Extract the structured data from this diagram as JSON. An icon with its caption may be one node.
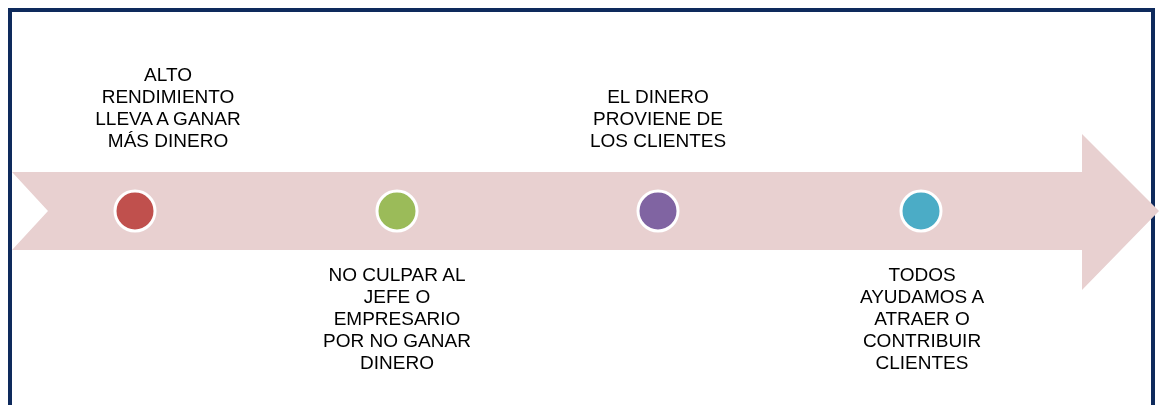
{
  "diagram": {
    "nodes": [
      {
        "text": [],
        "shape": "circle",
        "beside": [
          "ALTO RENDIMIENTO LLEVA A GANAR MÁS DINERO"
        ]
      },
      {
        "text": [],
        "shape": "circle",
        "beside": [
          "NO CULPAR AL JEFE O EMPRESARIO POR NO GANAR DINERO"
        ]
      },
      {
        "text": [],
        "shape": "circle",
        "beside": [
          "EL DINERO PROVIENE DE LOS CLIENTES"
        ]
      },
      {
        "text": [],
        "shape": "circle",
        "beside": [
          "TODOS AYUDAMOS A ATRAER O CONTRIBUIR CLIENTES"
        ]
      }
    ]
  }
}
